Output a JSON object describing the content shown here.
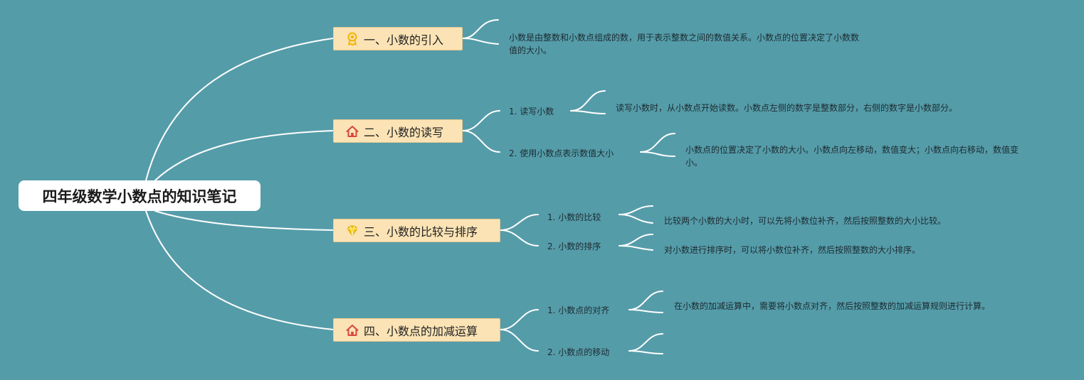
{
  "root": {
    "title": "四年级数学小数点的知识笔记"
  },
  "branches": [
    {
      "label": "一、小数的引入",
      "icon": "award-ribbon-icon",
      "note": "小数是由整数和小数点组成的数，用于表示整数之间的数值关系。小数点的位置决定了小数数值的大小。"
    },
    {
      "label": "二、小数的读写",
      "icon": "home-icon",
      "subs": [
        {
          "label": "1. 读写小数",
          "note": "读写小数时，从小数点开始读数。小数点左侧的数字是整数部分，右侧的数字是小数部分。"
        },
        {
          "label": "2. 使用小数点表示数值大小",
          "note": "小数点的位置决定了小数的大小。小数点向左移动，数值变大；小数点向右移动，数值变小。"
        }
      ]
    },
    {
      "label": "三、小数的比较与排序",
      "icon": "diamond-icon",
      "subs": [
        {
          "label": "1. 小数的比较",
          "note": "比较两个小数的大小时，可以先将小数位补齐，然后按照整数的大小比较。"
        },
        {
          "label": "2. 小数的排序",
          "note": "对小数进行排序时，可以将小数位补齐，然后按照整数的大小排序。"
        }
      ]
    },
    {
      "label": "四、小数点的加减运算",
      "icon": "home-icon",
      "subs": [
        {
          "label": "1. 小数点的对齐",
          "note": "在小数的加减运算中，需要将小数点对齐，然后按照整数的加减运算规则进行计算。"
        },
        {
          "label": "2. 小数点的移动",
          "note": ""
        }
      ]
    }
  ],
  "colors": {
    "background": "#559ca9",
    "branch_fill": "#fbe3b5",
    "connector": "#ffffff",
    "icon_gold": "#f2b500",
    "icon_red": "#d9453c"
  }
}
